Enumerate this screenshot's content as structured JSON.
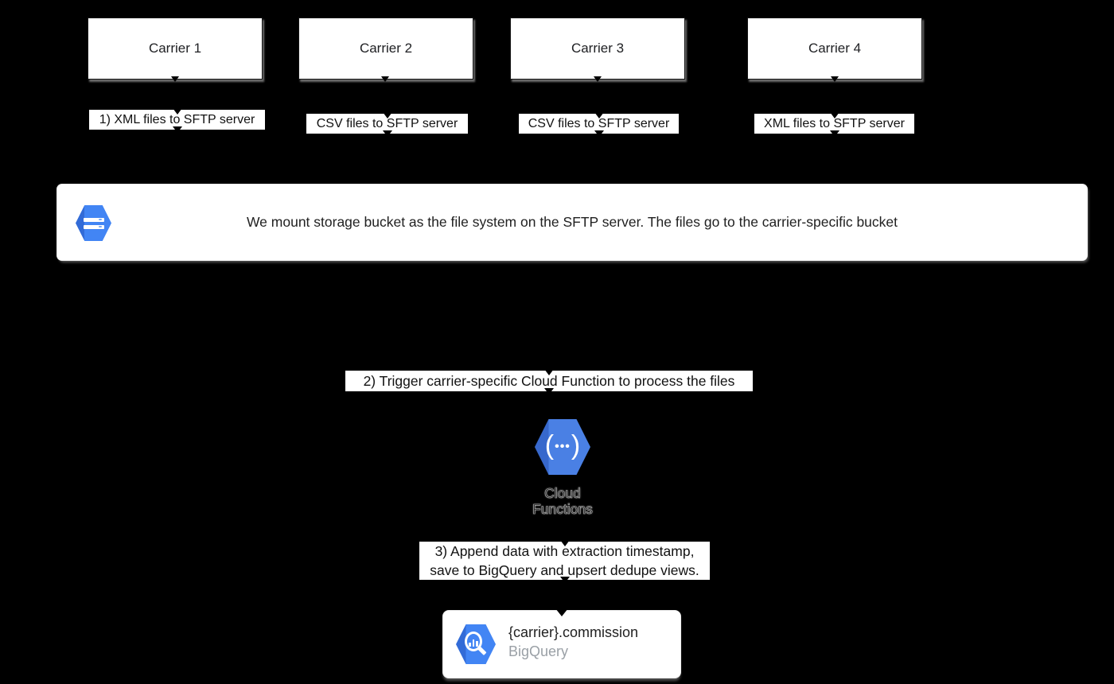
{
  "carriers": [
    {
      "label": "Carrier 1",
      "note": "1) XML files to SFTP server"
    },
    {
      "label": "Carrier 2",
      "note": "CSV files to SFTP server"
    },
    {
      "label": "Carrier 3",
      "note": "CSV files to SFTP server"
    },
    {
      "label": "Carrier 4",
      "note": "XML files to SFTP server"
    }
  ],
  "storage_banner": {
    "icon": "cloud-storage-icon",
    "text": "We mount storage bucket as the file system on the SFTP server. The files go to the carrier-specific bucket"
  },
  "step2": {
    "text": "2) Trigger carrier-specific Cloud Function to process the files"
  },
  "cloud_functions": {
    "icon": "cloud-functions-icon",
    "glyph_open": "(",
    "glyph_dots": "•••",
    "glyph_close": ")",
    "label_line1": "Cloud",
    "label_line2": "Functions"
  },
  "step3": {
    "line1": "3) Append data with extraction timestamp,",
    "line2": "save to BigQuery and upsert dedupe views."
  },
  "bigquery": {
    "icon": "bigquery-icon",
    "title": "{carrier}.commission",
    "subtitle": "BigQuery"
  },
  "colors": {
    "background": "#000000",
    "google_blue": "#4285F4",
    "cloud_functions_blue": "#4A80E4",
    "text_dark": "#212121",
    "text_gray": "#9AA0A6",
    "shape_fill": "#FFFFFF"
  }
}
